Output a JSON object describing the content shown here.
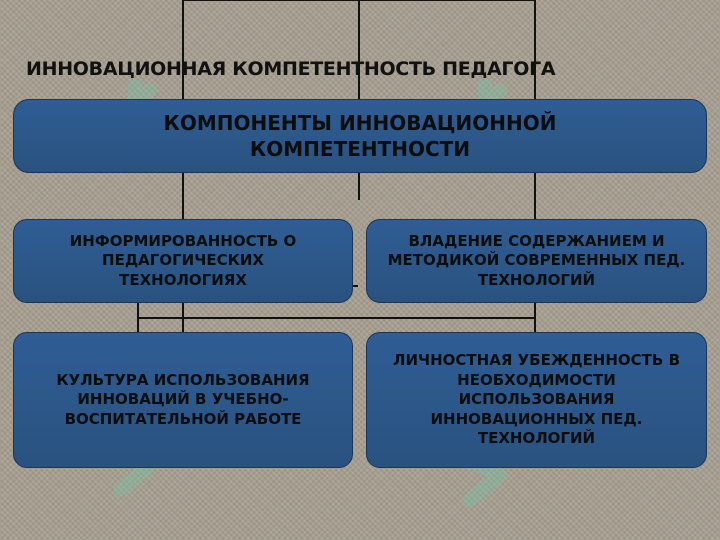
{
  "title": "ИННОВАЦИОННАЯ КОМПЕТЕНТНОСТЬ ПЕДАГОГА",
  "boxes": {
    "main": "КОМПОНЕНТЫ ИННОВАЦИОННОЙ КОМПЕТЕНТНОСТИ",
    "informedness": "ИНФОРМИРОВАННОСТЬ О ПЕДАГОГИЧЕСКИХ ТЕХНОЛОГИЯХ",
    "mastery": "ВЛАДЕНИЕ СОДЕРЖАНИЕМ И МЕТОДИКОЙ СОВРЕМЕННЫХ ПЕД. ТЕХНОЛОГИЙ",
    "culture": "КУЛЬТУРА ИСПОЛЬЗОВАНИЯ ИННОВАЦИЙ В УЧЕБНО-ВОСПИТАТЕЛЬНОЙ РАБОТЕ",
    "belief": "ЛИЧНОСТНАЯ УБЕЖДЕННОСТЬ В НЕОБХОДИМОСТИ ИСПОЛЬЗОВАНИЯ ИННОВАЦИОННЫХ ПЕД. ТЕХНОЛОГИЙ"
  },
  "colors": {
    "box_fill": "#2f5d94",
    "connector": "#111111",
    "watermark": "#6fc7a8"
  }
}
